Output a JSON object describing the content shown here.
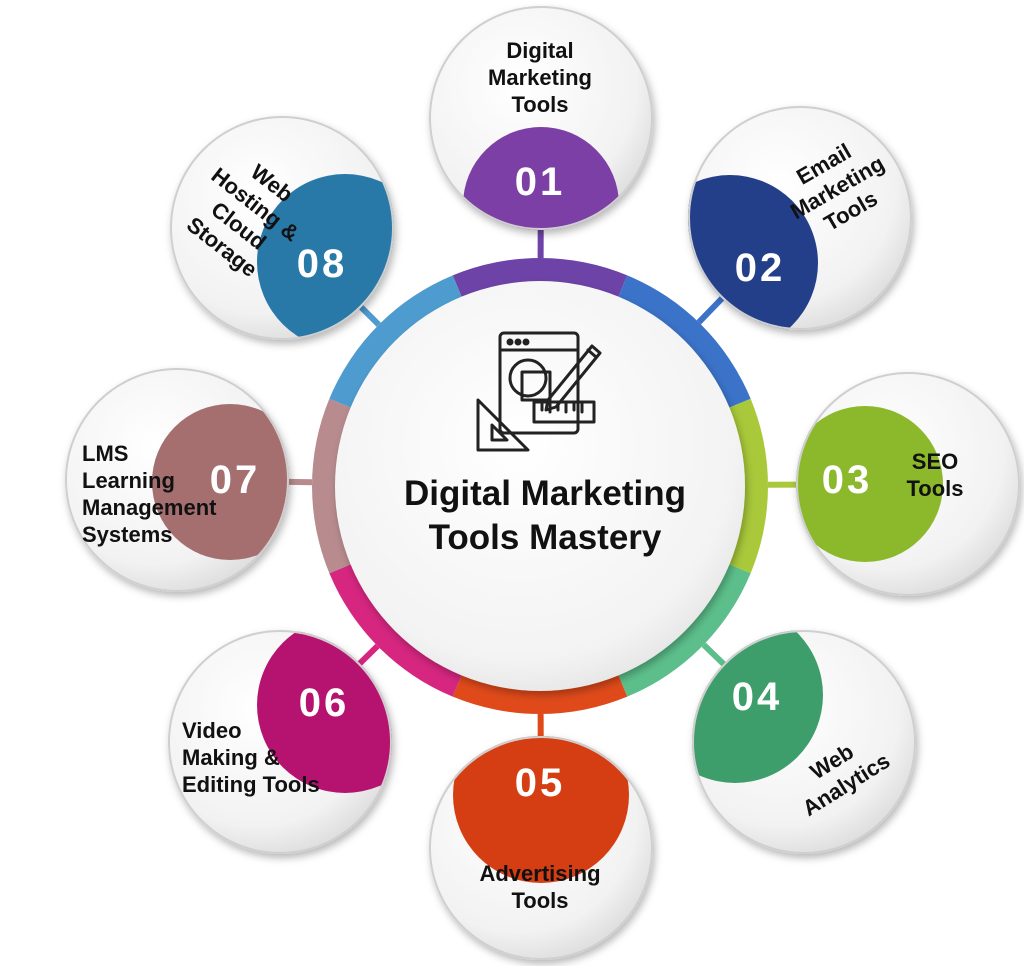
{
  "diagram": {
    "title_lines": [
      "Digital Marketing",
      "Tools Mastery"
    ],
    "center_icon": "design-tools-icon",
    "items": [
      {
        "number": "01",
        "lines": [
          "Digital",
          "Marketing",
          "Tools"
        ],
        "color": "#7B3FA6"
      },
      {
        "number": "02",
        "lines": [
          "Email",
          "Marketing",
          "Tools"
        ],
        "color": "#233F8A"
      },
      {
        "number": "03",
        "lines": [
          "SEO",
          "Tools"
        ],
        "color": "#8CB82B"
      },
      {
        "number": "04",
        "lines": [
          "Web",
          "Analytics"
        ],
        "color": "#3E9E6B"
      },
      {
        "number": "05",
        "lines": [
          "Advertising",
          "Tools"
        ],
        "color": "#D43E12"
      },
      {
        "number": "06",
        "lines": [
          "Video",
          "Making &",
          "Editing Tools"
        ],
        "color": "#B5136F"
      },
      {
        "number": "07",
        "lines": [
          "LMS",
          "Learning",
          "Management",
          "Systems"
        ],
        "color": "#A56F70"
      },
      {
        "number": "08",
        "lines": [
          "Web",
          "Hosting &",
          "Cloud",
          "Storage"
        ],
        "color": "#2979A8"
      }
    ],
    "ring_colors": [
      "#6D43A8",
      "#3B73C9",
      "#A9C93A",
      "#5CBF8B",
      "#E04A1A",
      "#D6267F",
      "#B88C8F",
      "#4E9CCF"
    ]
  }
}
